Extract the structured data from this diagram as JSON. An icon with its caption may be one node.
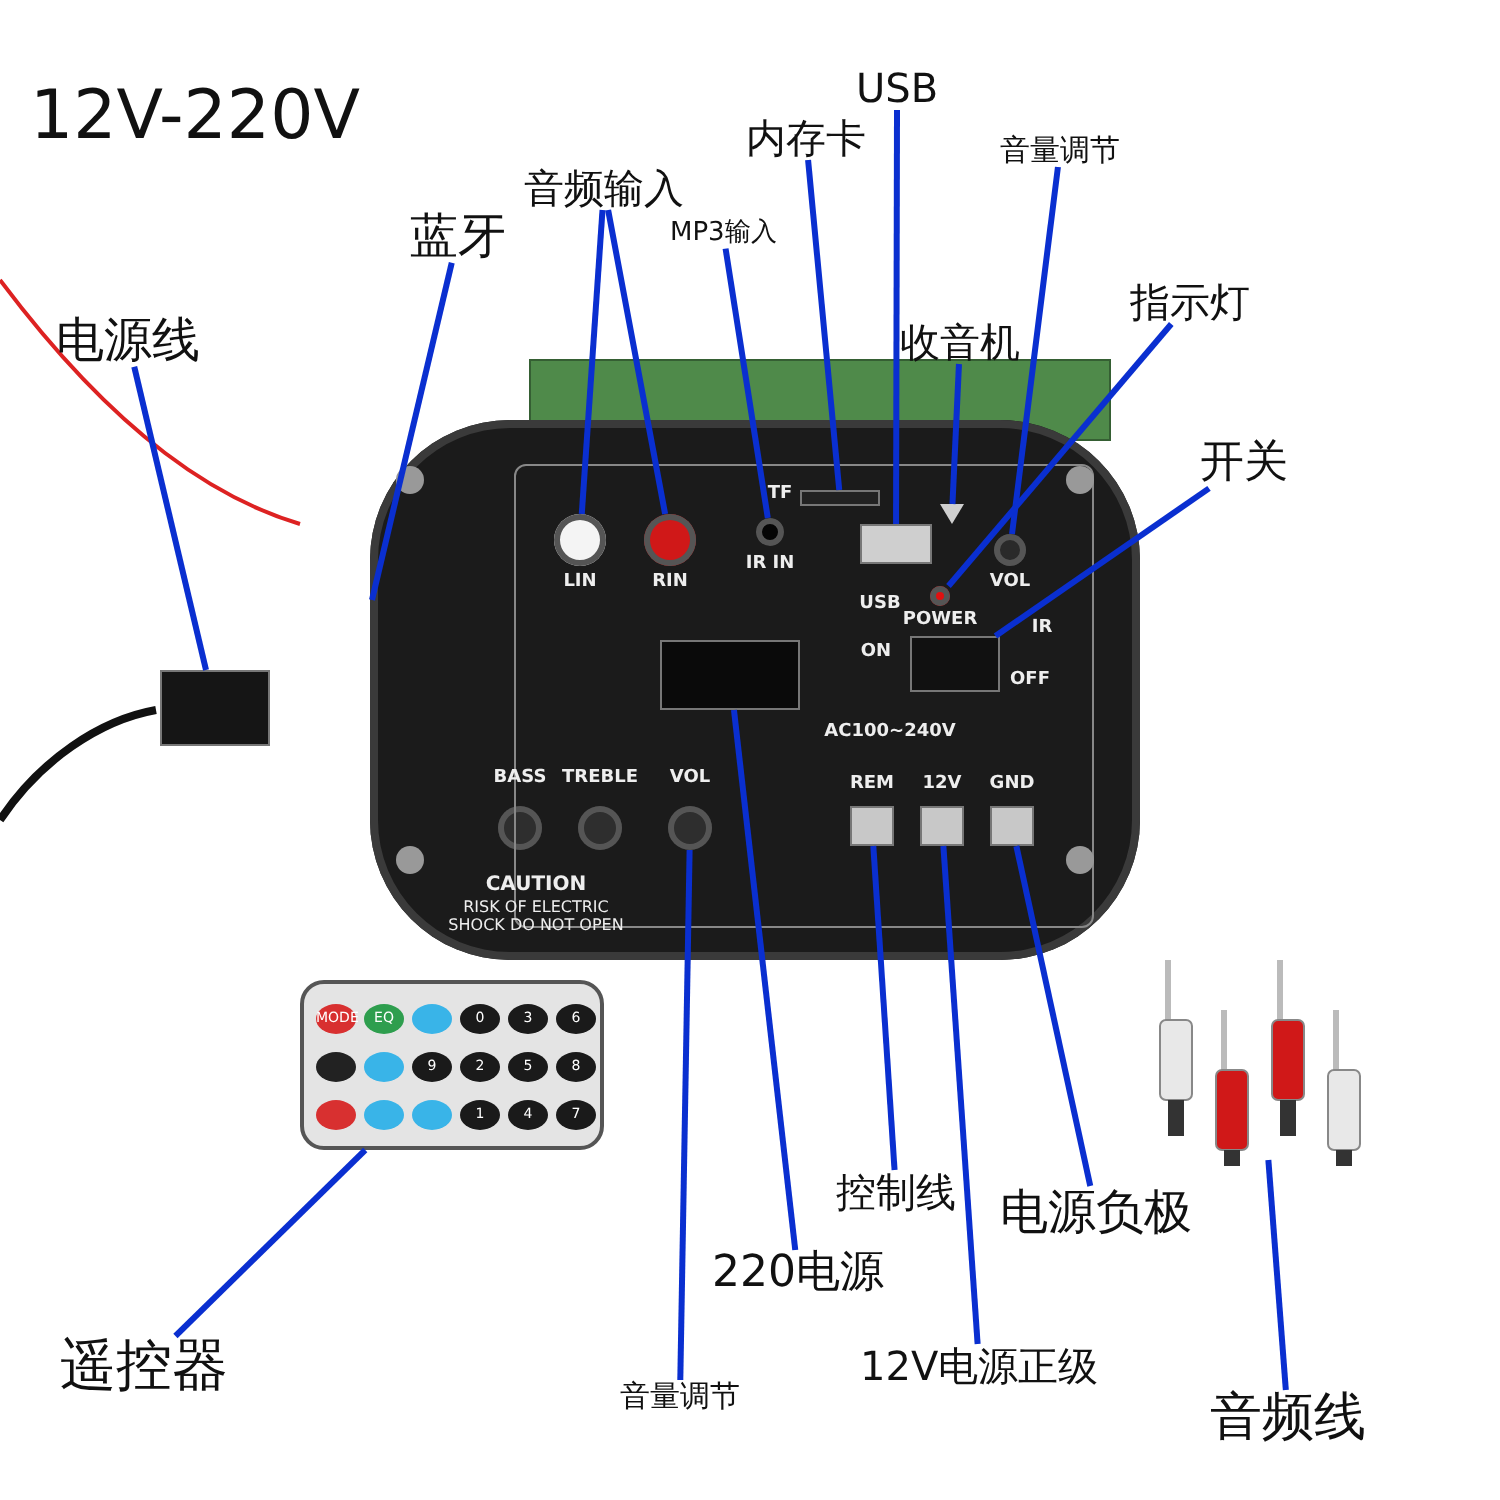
{
  "diagram": {
    "title": "12V-220V",
    "nodes": [
      {
        "text": [
          "电源线"
        ]
      },
      {
        "text": [
          "蓝牙"
        ]
      },
      {
        "text": [
          "音频输入"
        ]
      },
      {
        "text": [
          "MP3输入"
        ]
      },
      {
        "text": [
          "USB"
        ]
      },
      {
        "text": [
          "内存卡"
        ]
      },
      {
        "text": [
          "音量调节"
        ]
      },
      {
        "text": [
          "收音机"
        ]
      },
      {
        "text": [
          "指示灯"
        ]
      },
      {
        "text": [
          "开关"
        ]
      },
      {
        "text": [
          "控制线"
        ]
      },
      {
        "text": [
          "电源负极"
        ]
      },
      {
        "text": [
          "220电源"
        ]
      },
      {
        "text": [
          "12V电源正级"
        ]
      },
      {
        "text": [
          "音量调节"
        ]
      },
      {
        "text": [
          "遥控器"
        ]
      },
      {
        "text": [
          "音频线"
        ]
      },
      {
        "text": [],
        "shape": "picture"
      },
      {
        "text": [],
        "shape": "box"
      },
      {
        "text": [],
        "shape": "circle",
        "in": 17
      },
      {
        "text": [],
        "shape": "circle",
        "in": 17
      },
      {
        "text": [],
        "shape": "circle",
        "in": 17
      },
      {
        "text": [],
        "shape": "box",
        "in": 17
      },
      {
        "text": [],
        "shape": "box",
        "in": 17
      },
      {
        "text": [],
        "shape": "circle",
        "in": 17
      },
      {
        "text": [],
        "shape": "triangle",
        "in": 17
      },
      {
        "text": [],
        "shape": "circle",
        "in": 17
      },
      {
        "text": [],
        "shape": "box",
        "in": 17
      },
      {
        "text": [],
        "shape": "box",
        "in": 17
      },
      {
        "text": [],
        "shape": "box",
        "in": 17
      },
      {
        "text": [],
        "shape": "box",
        "in": 17
      },
      {
        "text": [],
        "shape": "box",
        "in": 17
      },
      {
        "text": [],
        "shape": "circle",
        "in": 17
      },
      {
        "text": [],
        "shape": "picture"
      },
      {
        "text": [],
        "shape": "picture"
      },
      {
        "text": [],
        "shape": "circle",
        "in": 17
      },
      {
        "text": [],
        "shape": "circle",
        "in": 17
      }
    ],
    "edges": [
      {
        "from": 0,
        "to": 18,
        "arrow": "none"
      },
      {
        "from": 1,
        "to": 17,
        "arrow": "none"
      },
      {
        "from": 2,
        "to": 19,
        "arrow": "none"
      },
      {
        "from": 2,
        "to": 20,
        "arrow": "none"
      },
      {
        "from": 3,
        "to": 21,
        "arrow": "none"
      },
      {
        "from": 4,
        "to": 22,
        "arrow": "none"
      },
      {
        "from": 5,
        "to": 23,
        "arrow": "none"
      },
      {
        "from": 6,
        "to": 24,
        "arrow": "none"
      },
      {
        "from": 7,
        "to": 25,
        "arrow": "none"
      },
      {
        "from": 8,
        "to": 26,
        "arrow": "none"
      },
      {
        "from": 9,
        "to": 27,
        "arrow": "none"
      },
      {
        "from": 10,
        "to": 28,
        "arrow": "none"
      },
      {
        "from": 11,
        "to": 29,
        "arrow": "none"
      },
      {
        "from": 12,
        "to": 30,
        "arrow": "none"
      },
      {
        "from": 13,
        "to": 31,
        "arrow": "none"
      },
      {
        "from": 14,
        "to": 32,
        "arrow": "none"
      },
      {
        "from": 15,
        "to": 33,
        "arrow": "none"
      },
      {
        "from": 16,
        "to": 34,
        "arrow": "none"
      }
    ],
    "labels": [
      "LIN",
      "RIN",
      "IR IN",
      "TF",
      "USB",
      "ON",
      "POWER",
      "VOL",
      "IR",
      "OFF",
      "AC100~240V",
      "BASS",
      "TREBLE",
      "VOL",
      "REM",
      "12V",
      "GND",
      "CAUTION",
      "RISK OF ELECTRIC SHOCK DO NOT OPEN",
      "MODE",
      "EQ",
      "0",
      "3",
      "6",
      "9",
      "2",
      "5",
      "8",
      "1",
      "4",
      "7"
    ]
  }
}
